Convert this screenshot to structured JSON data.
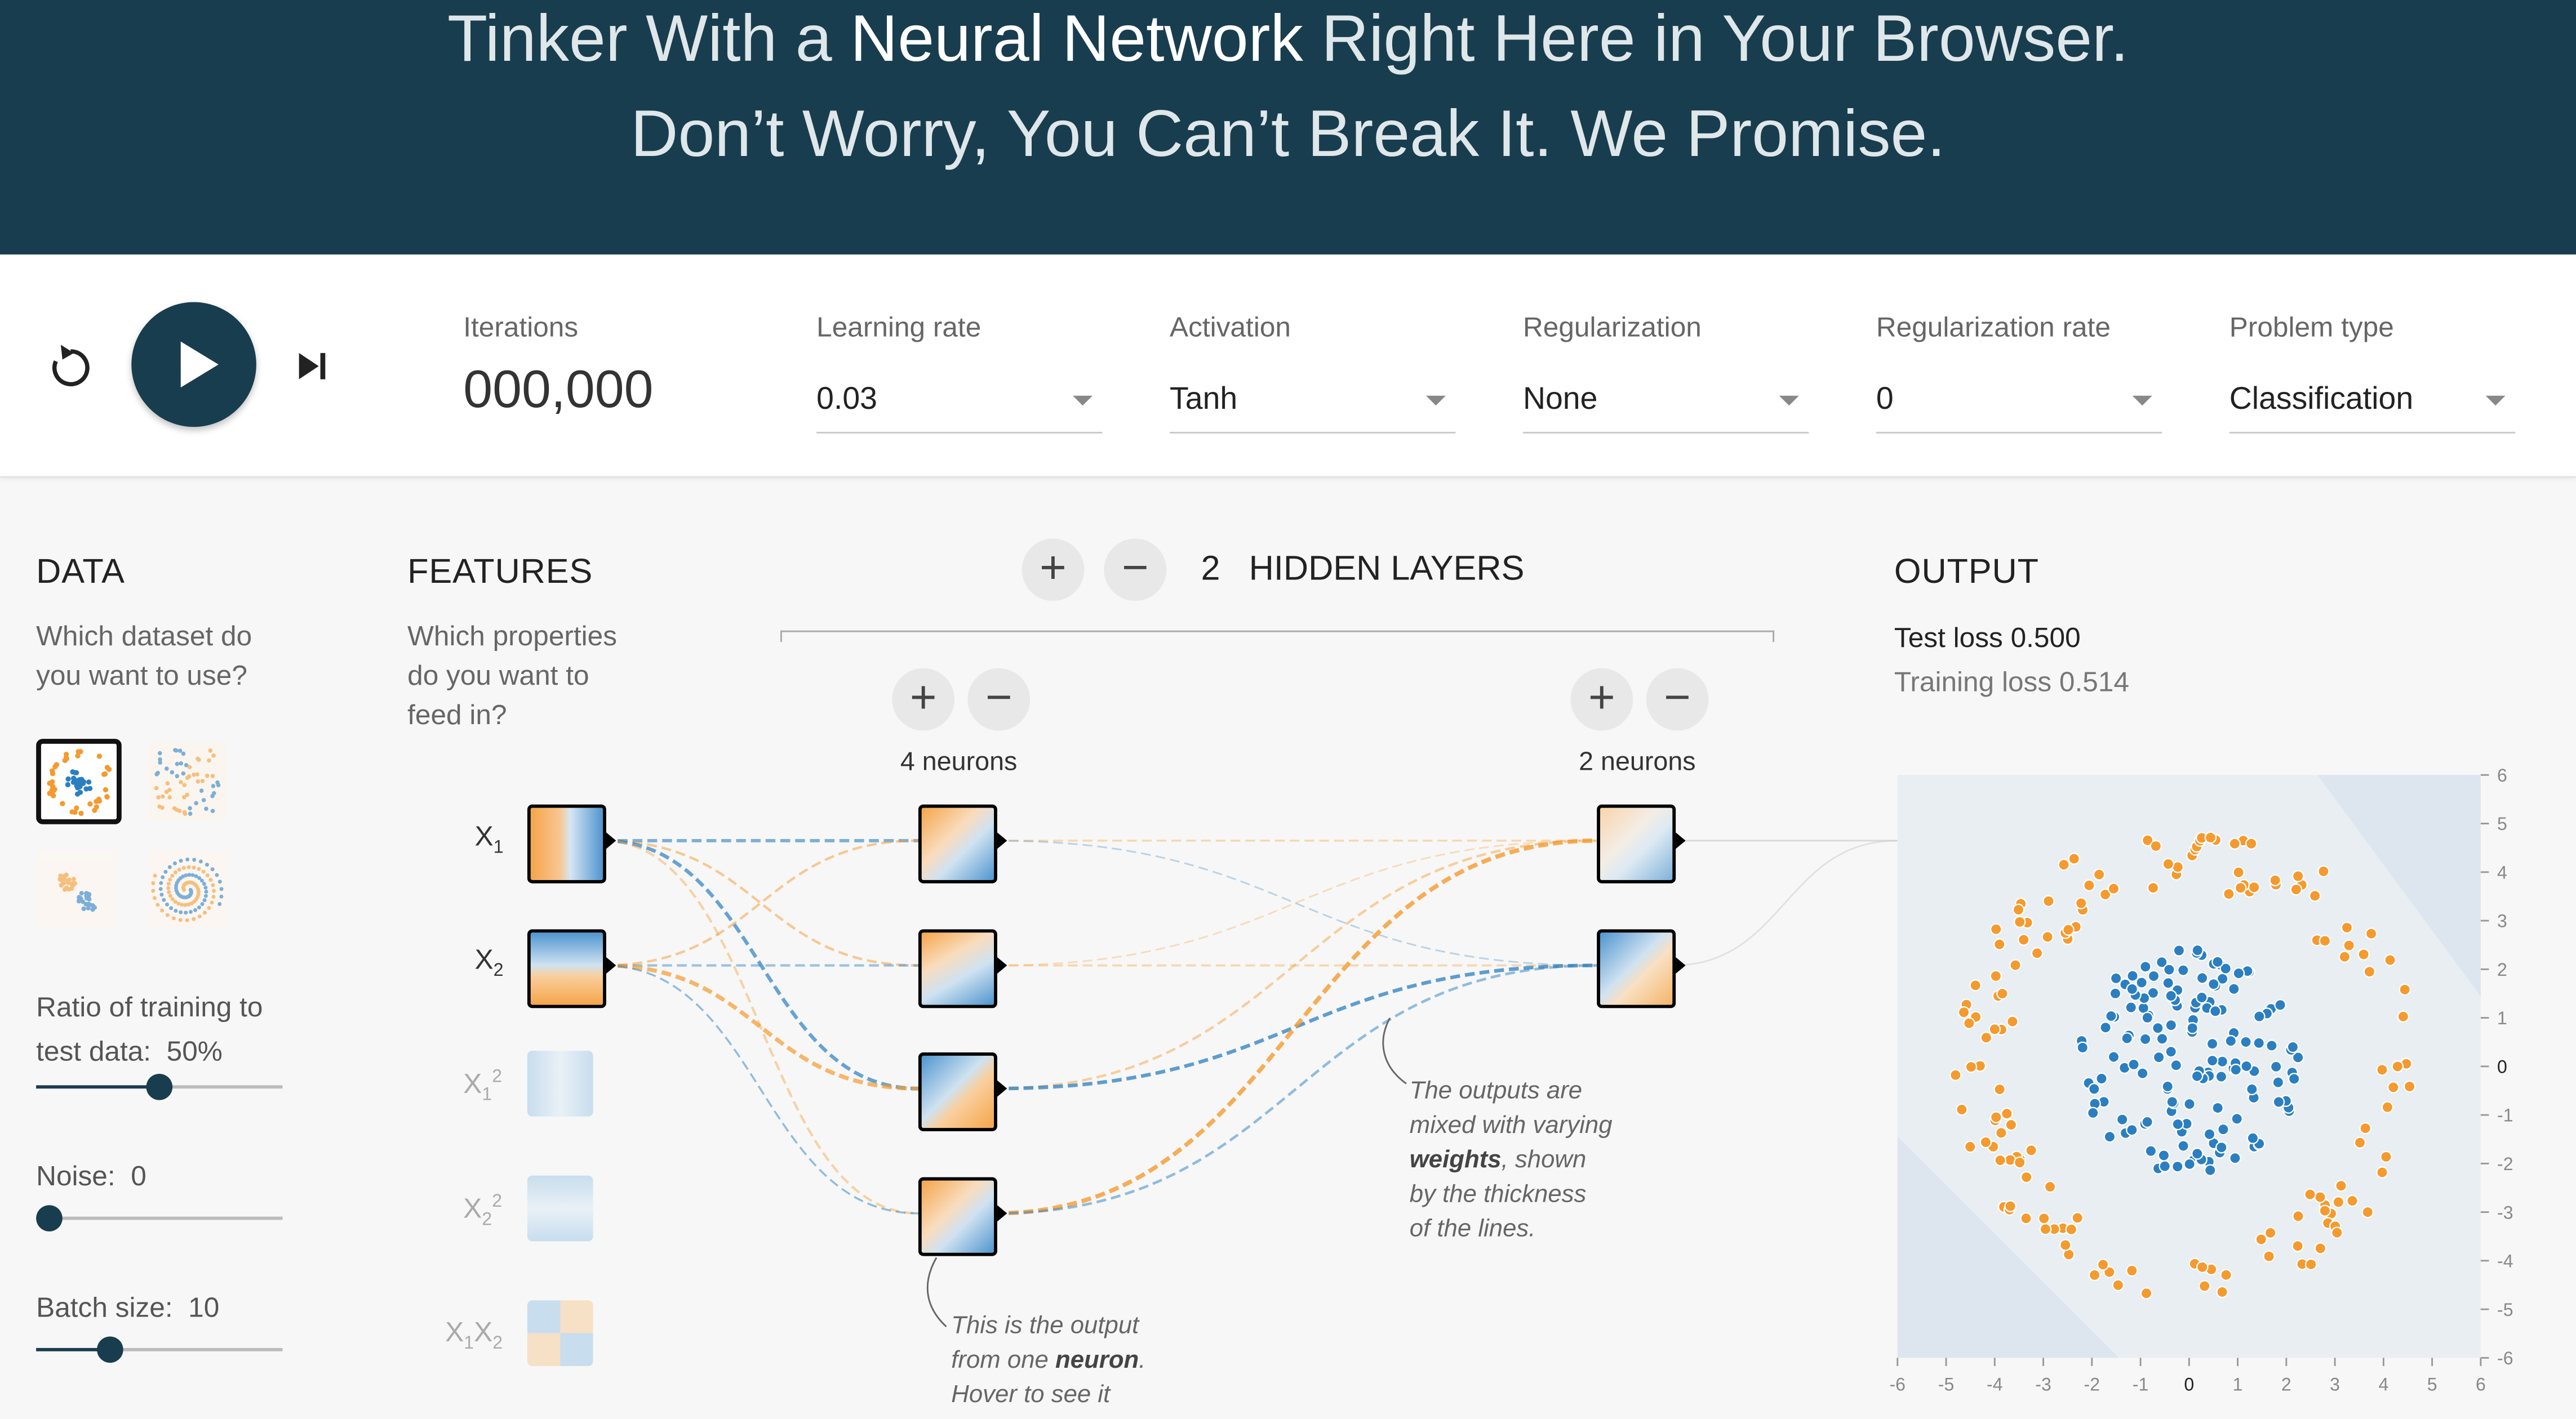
{
  "header": {
    "line1_pre": "Tinker With a ",
    "line1_bold": "Neural Network",
    "line1_post": " Right Here in Your Browser.",
    "line2": "Don’t Worry, You Can’t Break It. We Promise."
  },
  "controls": {
    "iterations_label": "Iterations",
    "iterations_value": "000,000",
    "learning_rate": {
      "label": "Learning rate",
      "value": "0.03"
    },
    "activation": {
      "label": "Activation",
      "value": "Tanh"
    },
    "regularization": {
      "label": "Regularization",
      "value": "None"
    },
    "regularization_rate": {
      "label": "Regularization rate",
      "value": "0"
    },
    "problem_type": {
      "label": "Problem type",
      "value": "Classification"
    }
  },
  "data_panel": {
    "title": "DATA",
    "question_line1": "Which dataset do",
    "question_line2": "you want to use?",
    "ratio_label": "Ratio of training to",
    "ratio_label2": "test data:",
    "ratio_value": "50%",
    "ratio_fraction": 0.5,
    "noise_label": "Noise:",
    "noise_value": "0",
    "noise_fraction": 0.0,
    "batch_label": "Batch size:",
    "batch_value": "10",
    "batch_fraction": 0.3
  },
  "features_panel": {
    "title": "FEATURES",
    "question_line1": "Which properties",
    "question_line2": "do you want to",
    "question_line3": "feed in?",
    "features": [
      {
        "base": "X",
        "sub": "1",
        "sup": ""
      },
      {
        "base": "X",
        "sub": "2",
        "sup": ""
      },
      {
        "base": "X",
        "sub": "1",
        "sup": "2"
      },
      {
        "base": "X",
        "sub": "2",
        "sup": "2"
      },
      {
        "base": "X",
        "sub": "1",
        "sup": "",
        "base2": "X",
        "sub2": "2"
      }
    ]
  },
  "network": {
    "hidden_layers_count": "2",
    "hidden_layers_label": "HIDDEN LAYERS",
    "layer1_neurons": "4 neurons",
    "layer2_neurons": "2 neurons",
    "annotation_weights": [
      "The outputs are",
      "mixed with varying",
      "weights",
      ", shown",
      "by the thickness",
      "of the lines."
    ],
    "annotation_neuron": [
      "This is the output",
      "from one ",
      "neuron",
      ".",
      "Hover to see it"
    ]
  },
  "output_panel": {
    "title": "OUTPUT",
    "test_loss_label": "Test loss",
    "test_loss_value": "0.500",
    "training_loss_label": "Training loss",
    "training_loss_value": "0.514",
    "x_ticks": [
      "-6",
      "-5",
      "-4",
      "-3",
      "-2",
      "-1",
      "0",
      "1",
      "2",
      "3",
      "4",
      "5",
      "6"
    ],
    "y_ticks": [
      "6",
      "5",
      "4",
      "3",
      "2",
      "1",
      "0",
      "-1",
      "-2",
      "-3",
      "-4",
      "-5",
      "-6"
    ]
  },
  "colors": {
    "header_bg": "#183d4e",
    "blue": "#2b7fc1",
    "orange": "#f59a2e"
  }
}
